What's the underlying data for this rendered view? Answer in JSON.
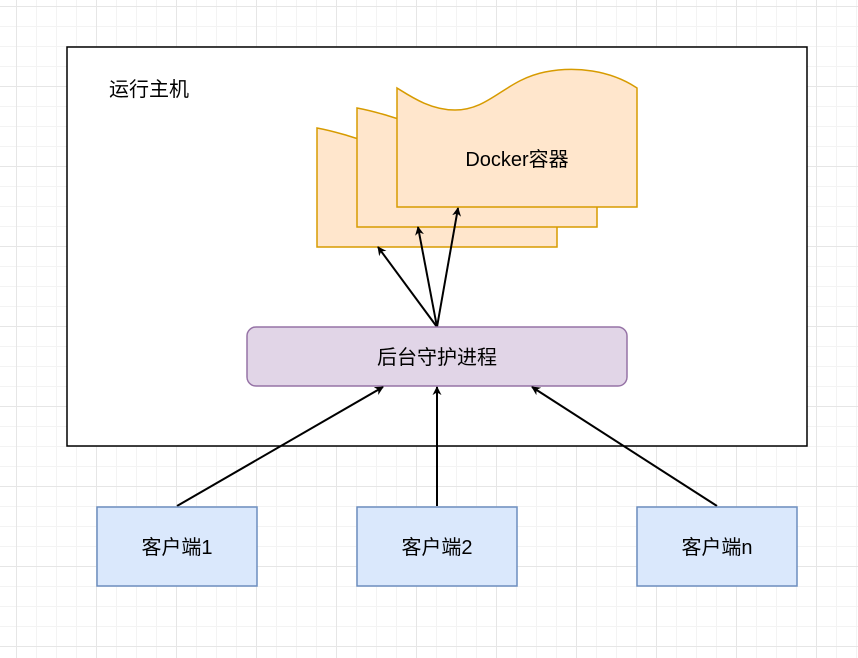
{
  "host": {
    "label": "运行主机"
  },
  "container": {
    "label": "Docker容器"
  },
  "daemon": {
    "label": "后台守护进程"
  },
  "clients": [
    {
      "label": "客户端1"
    },
    {
      "label": "客户端2"
    },
    {
      "label": "客户端n"
    }
  ],
  "colors": {
    "host_border": "#000000",
    "container_fill": "#ffe6cc",
    "container_stroke": "#d79b00",
    "daemon_fill": "#e1d5e7",
    "daemon_stroke": "#9673a6",
    "client_fill": "#dae8fc",
    "client_stroke": "#6c8ebf",
    "arrow": "#000000"
  }
}
